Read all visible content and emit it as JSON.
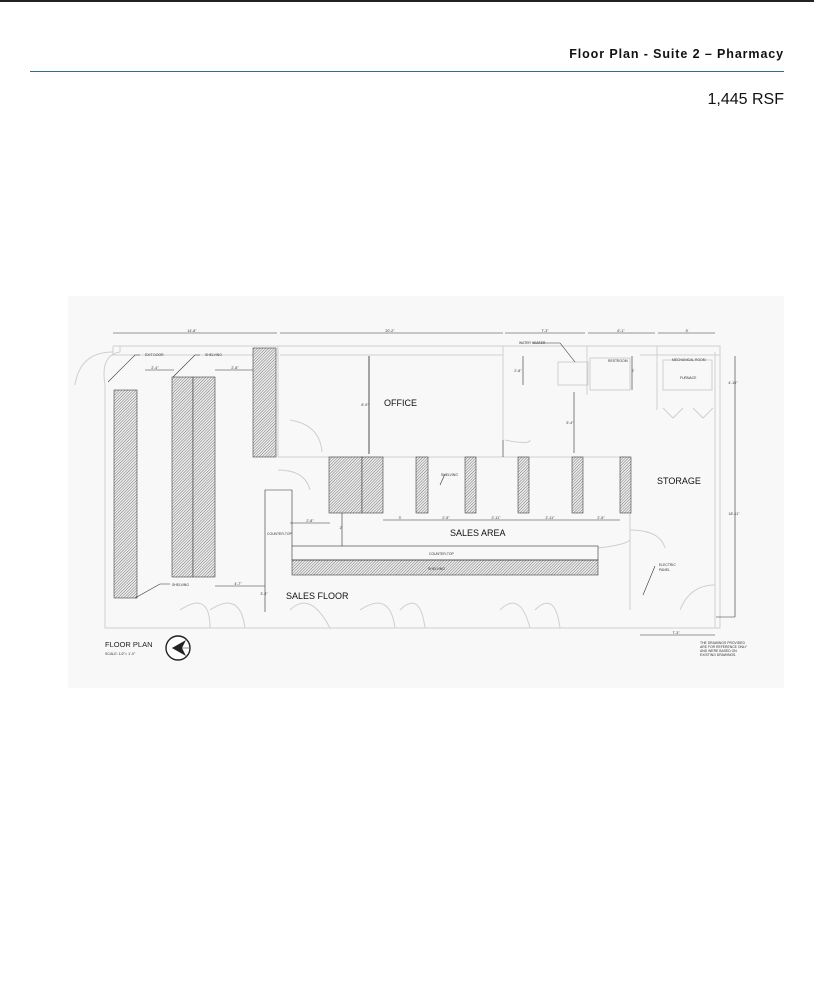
{
  "header": {
    "title": "Floor Plan - Suite 2 – Pharmacy",
    "area": "1,445 RSF"
  },
  "colors": {
    "rule": "#2f6f8c",
    "text": "#111111"
  },
  "plan": {
    "rooms": {
      "office": "OFFICE",
      "storage": "STORAGE",
      "sales_area": "SALES AREA",
      "sales_floor": "SALES FLOOR"
    },
    "labels": {
      "exit_door": "EXIT DOOR",
      "shelving_1": "SHELVING",
      "shelving_2": "SHELVING",
      "shelving_3": "SHELVING",
      "shelving_4": "SHELVING",
      "water_heater": "WATER HEATER",
      "restroom": "RESTROOM",
      "mechanical_room": "MECHANICAL ROOM",
      "furnace": "FURNACE",
      "counter_top_1": "COUNTER-TOP",
      "counter_top_2": "COUNTER-TOP",
      "electric_1": "ELECTRIC",
      "electric_2": "PANEL"
    },
    "dimensions": [
      "14'-8\"",
      "20'-2\"",
      "7'-3\"",
      "6'-1\"",
      "5'",
      "2'-4\"",
      "2'-8\"",
      "8'-9\"",
      "2'-8\"",
      "5'-4\"",
      "4'-10\"",
      "18'-11\"",
      "2'",
      "2'-8\"",
      "2'",
      "3'",
      "2'-5\"",
      "2'-11\"",
      "2'-11\"",
      "2'-5\"",
      "4'-7\"",
      "3'-3\"",
      "7'-3\""
    ],
    "legend": {
      "title": "FLOOR PLAN",
      "scale": "SCALE:  1/2\"=   1'-0\""
    },
    "disclaimer": [
      "THE DRAWINGS PROVIDED",
      "ARE FOR REFERENCE ONLY",
      "AND WERE BASED ON",
      "EXISTING DRAWINGS."
    ]
  }
}
